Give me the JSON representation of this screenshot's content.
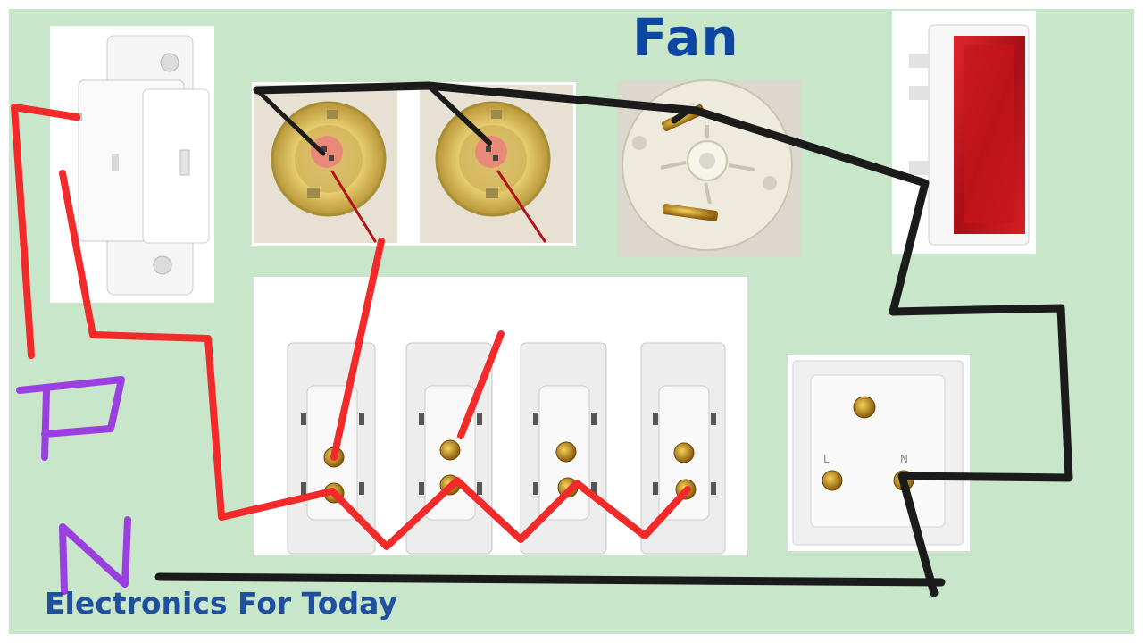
{
  "title": "Fan",
  "brand": "Electronics For Today",
  "labels": {
    "phase": "P",
    "neutral": "N",
    "socket_live": "L",
    "socket_neutral": "N"
  },
  "components": [
    "main-switch",
    "bulb-holder-1",
    "bulb-holder-2",
    "fan-ceiling-rose",
    "indicator-lamp",
    "switch-board",
    "power-socket"
  ],
  "colors": {
    "background": "#c8e6c9",
    "phase_wire": "#f22a2a",
    "neutral_wire": "#1b1b1b",
    "label_purple": "#9b3fe0",
    "title_blue": "#0d47a1",
    "indicator_red": "#c4151b"
  }
}
